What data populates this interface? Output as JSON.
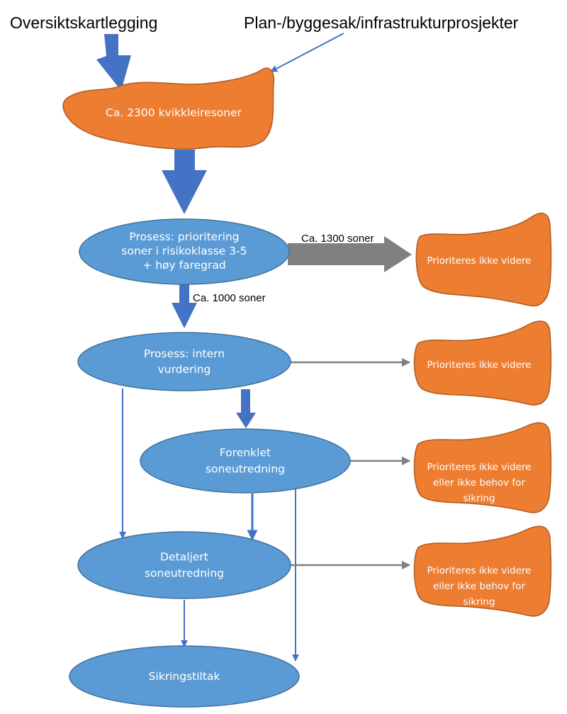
{
  "colors": {
    "process": "#5b9bd5",
    "process_stroke": "#41719c",
    "zone": "#ed7d31",
    "zone_stroke": "#ae5a21",
    "arrow_main": "#4472c4",
    "arrow_side": "#808080",
    "text_light": "#ffffff",
    "text_dark": "#000000"
  },
  "inputs": {
    "overview": "Oversiktskartlegging",
    "projects": "Plan-/byggesak/infrastrukturprosjekter"
  },
  "nodes": {
    "zones_total": [
      "Ca. 2300 kvikkleiresoner"
    ],
    "prioritization": [
      "Prosess: prioritering",
      "soner i risikoklasse 3-5",
      "+ høy faregrad"
    ],
    "internal_assessment": [
      "Prosess: intern",
      "vurdering"
    ],
    "simplified_study": [
      "Forenklet",
      "soneutredning"
    ],
    "detailed_study": [
      "Detaljert",
      "soneutredning"
    ],
    "safety_measures": [
      "Sikringstiltak"
    ]
  },
  "outcomes": {
    "not_prioritized_1": [
      "Prioriteres ikke videre"
    ],
    "not_prioritized_2": [
      "Prioriteres ikke videre"
    ],
    "not_prioritized_or_no_need_1": [
      "Prioriteres ikke videre",
      "eller ikke behov for",
      "sikring"
    ],
    "not_prioritized_or_no_need_2": [
      "Prioriteres ikke videre",
      "eller ikke behov for",
      "sikring"
    ]
  },
  "edge_labels": {
    "to_not_prioritized": "Ca. 1300 soner",
    "to_internal": "Ca. 1000 soner"
  }
}
